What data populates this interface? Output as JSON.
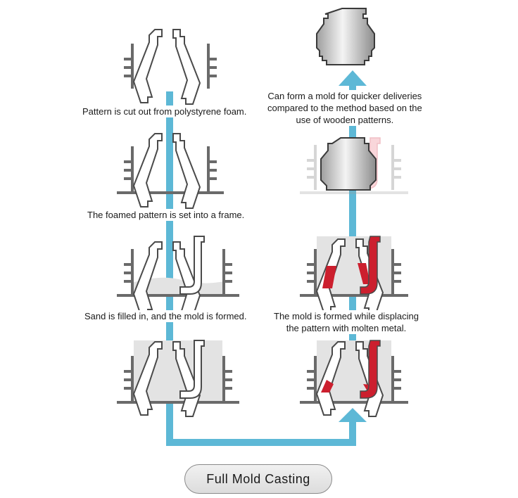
{
  "title": "Full Mold Casting",
  "steps": {
    "cut_pattern": "Pattern is cut out from polystyrene foam.",
    "set_frame": "The foamed pattern is set into a frame.",
    "fill_sand": "Sand is filled in, and the mold is formed.",
    "pour_metal_line1": "The mold is formed while displacing",
    "pour_metal_line2": "the pattern with molten metal.",
    "result_line1": "Can form a mold for quicker deliveries",
    "result_line2": "compared to the method based on the",
    "result_line3": "use of wooden patterns."
  },
  "colors": {
    "flow_arrow": "#5db8d6",
    "outline": "#4a4a4a",
    "sand": "#e3e3e3",
    "molten_metal": "#cc1f2e",
    "casting_metal": "#b9b9b9"
  }
}
